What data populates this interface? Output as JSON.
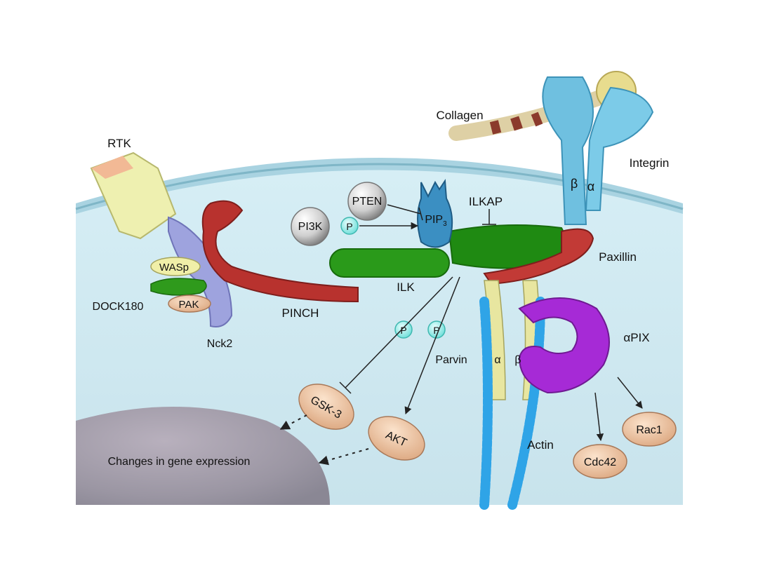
{
  "labels": {
    "rtk": "RTK",
    "collagen": "Collagen",
    "integrin": "Integrin",
    "integrin_beta": "β",
    "integrin_alpha": "α",
    "pten": "PTEN",
    "pi3k": "PI3K",
    "pip3_main": "PIP",
    "pip3_sub": "3",
    "ilkap": "ILKAP",
    "paxillin": "Paxillin",
    "wasp": "WASp",
    "dock180": "DOCK180",
    "pak": "PAK",
    "nck2": "Nck2",
    "pinch": "PINCH",
    "ilk": "ILK",
    "parvin": "Parvin",
    "parvin_alpha": "α",
    "parvin_beta": "β",
    "alpha_pix": "αPIX",
    "gsk3": "GSK-3",
    "akt": "AKT",
    "actin": "Actin",
    "rac1": "Rac1",
    "cdc42": "Cdc42",
    "gene_expression": "Changes in gene expression",
    "phospho": "P"
  },
  "colors": {
    "cytoplasm": "#cfe7ef",
    "membrane": "#8fc3d4",
    "nucleus": "#a9a3b0",
    "ilk": "#1e8c12",
    "pinch": "#b8322e",
    "integrin": "#6fc0e0",
    "alpha_pix": "#a62ad6",
    "actin": "#2fa4e7",
    "parvin": "#e8e6a0",
    "effector": "#f0c7a2",
    "phospho": "#7fe6e0"
  }
}
